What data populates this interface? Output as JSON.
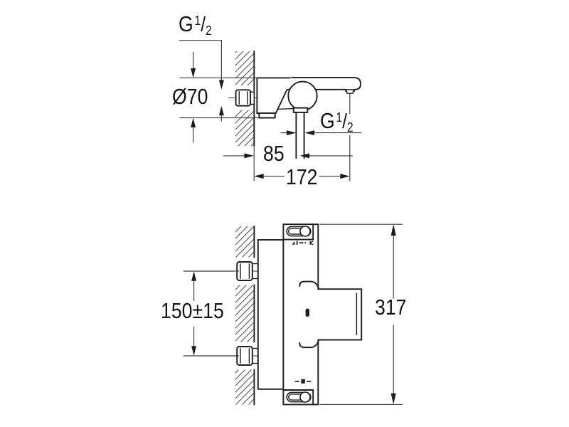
{
  "page": {
    "background": "#ffffff",
    "object_line_color": "#1c1c1c",
    "dimension_line_color": "#3a3a3a"
  },
  "top_view": {
    "name": "side-elevation-bath-mixer",
    "labels": {
      "thread_wall": {
        "g": "G",
        "sup": "1",
        "slash": "/",
        "sub": "2"
      },
      "diameter": "Ø70",
      "thread_shower": {
        "g": "G",
        "sup": "1",
        "slash": "/",
        "sub": "2"
      },
      "spout_to_wall": "85",
      "total_projection": "172"
    }
  },
  "bottom_view": {
    "name": "front-elevation-bath-mixer",
    "labels": {
      "connection_centers": "150±15",
      "total_height": "317"
    }
  }
}
